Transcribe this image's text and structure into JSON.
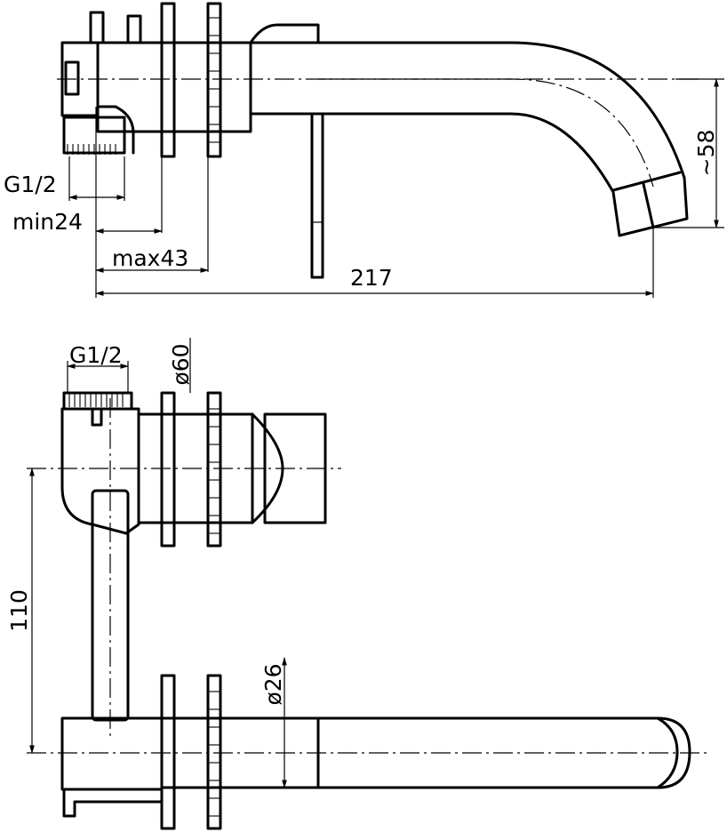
{
  "top_view": {
    "dim_thread": "G1/2",
    "dim_min": "min24",
    "dim_max": "max43",
    "dim_length": "217",
    "dim_height": "~58"
  },
  "side_view": {
    "dim_thread": "G1/2",
    "dim_flange": "ø60",
    "dim_spacing": "110",
    "dim_spout": "ø26"
  }
}
